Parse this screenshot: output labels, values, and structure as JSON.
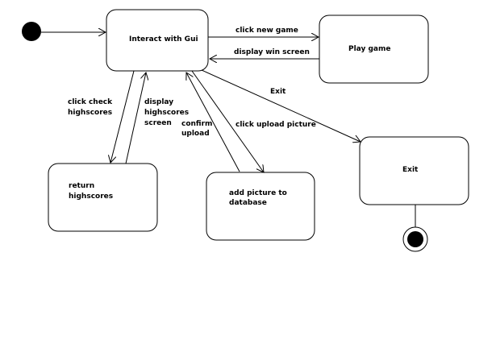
{
  "states": {
    "gui": "Interact with Gui",
    "play": "Play game",
    "exit": "Exit",
    "highscores": [
      "return",
      "highscores"
    ],
    "picture": [
      "add picture to",
      "database"
    ]
  },
  "transitions": {
    "click_new_game": "click new game",
    "display_win_screen": "display win screen",
    "exit": "Exit",
    "click_upload_picture": "click upload picture",
    "click_check_highscores": [
      "click check",
      "highscores"
    ],
    "display_highscores_screen": [
      "display",
      "highscores",
      "screen"
    ],
    "confirm_upload": [
      "confirm",
      "upload"
    ]
  }
}
